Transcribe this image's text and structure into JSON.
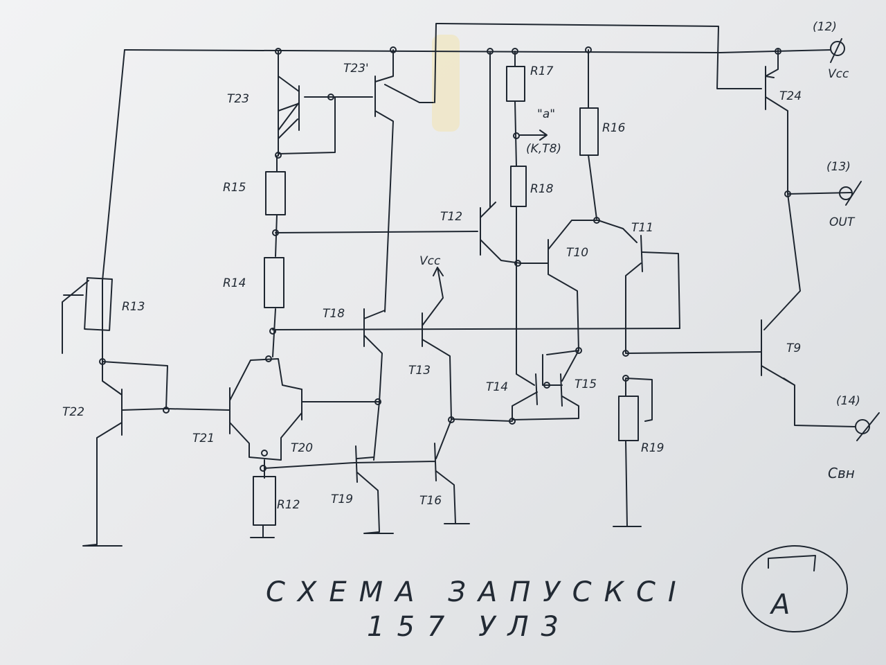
{
  "title_line1": "СХЕМА ЗАПУСКСI",
  "title_line2": "157 УЛ3",
  "logo_letter": "А",
  "pins": {
    "vcc_number": "(12)",
    "vcc_label": "Vcc",
    "out_number": "(13)",
    "out_label": "OUT",
    "c_number": "(14)",
    "c_label": "Свн"
  },
  "labels": {
    "T23": "T23",
    "T23p": "T23'",
    "R17": "R17",
    "R16": "R16",
    "T24": "T24",
    "a_mark": "\"a\"",
    "k_t8": "(K,T8)",
    "R18": "R18",
    "R15": "R15",
    "T12": "T12",
    "T10": "T10",
    "T11": "T11",
    "vcc_inner": "Vcc",
    "R14": "R14",
    "R13": "R13",
    "T18": "T18",
    "T13": "T13",
    "T9": "T9",
    "T14": "T14",
    "T15": "T15",
    "T22": "T22",
    "T21": "T21",
    "T20": "T20",
    "R19": "R19",
    "R12": "R12",
    "T19": "T19",
    "T16": "T16"
  }
}
